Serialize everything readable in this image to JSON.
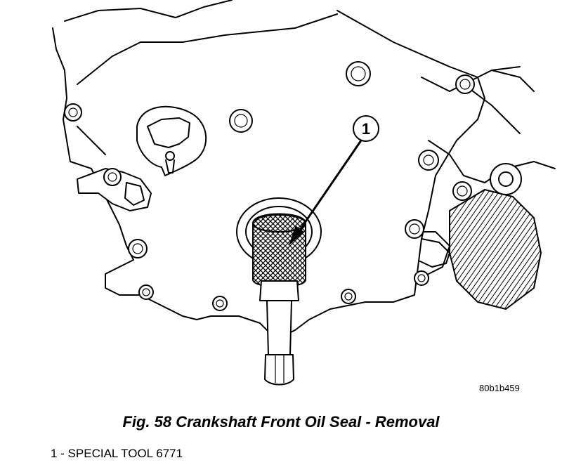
{
  "figure": {
    "callout_number": "1",
    "image_code": "80b1b459",
    "caption": "Fig. 58 Crankshaft Front Oil Seal - Removal",
    "legend": [
      {
        "text": "1 - SPECIAL TOOL 6771"
      }
    ]
  },
  "colors": {
    "ink": "#000000",
    "paper": "#ffffff"
  }
}
